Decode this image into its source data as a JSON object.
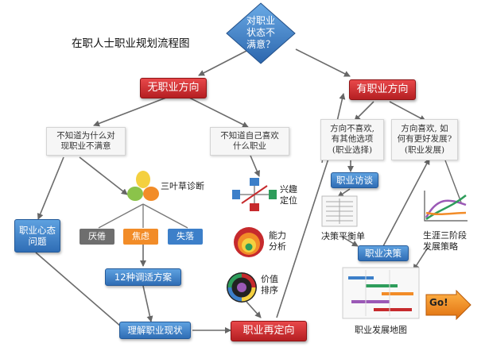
{
  "title": "在职人士职业规划流程图",
  "start": [
    "对职业",
    "状态不",
    "满意？"
  ],
  "no_direction": "无职业方向",
  "has_direction": "有职业方向",
  "q_not_know_why": [
    "不知道为什么对",
    "现职业不满意"
  ],
  "q_not_know_like": [
    "不知道自己喜欢",
    "什么职业"
  ],
  "q_dislike": [
    "方向不喜欢,",
    "有其他选项",
    "(职业选择)"
  ],
  "q_like": [
    "方向喜欢, 如",
    "何有更好发展?",
    "(职业发展)"
  ],
  "three_leaf": "三叶草诊断",
  "feelings": [
    "厌倦",
    "焦虑",
    "失落"
  ],
  "mindset": [
    "职业心态",
    "问题"
  ],
  "adjust": "12种调适方案",
  "understand": "理解职业现状",
  "reorient": "职业再定向",
  "interest": [
    "兴趣",
    "定位"
  ],
  "ability": [
    "能力",
    "分析"
  ],
  "value": [
    "价值",
    "排序"
  ],
  "interview": "职业访谈",
  "balance_sheet": "决策平衡单",
  "decision": "职业决策",
  "three_stage": [
    "生涯三阶段",
    "发展策略"
  ],
  "map": "职业发展地图",
  "go": "Go!",
  "colors": {
    "red": "#c62a2d",
    "blue": "#3c7fc9",
    "yellow": "#f4c430",
    "orange": "#f28c28"
  }
}
